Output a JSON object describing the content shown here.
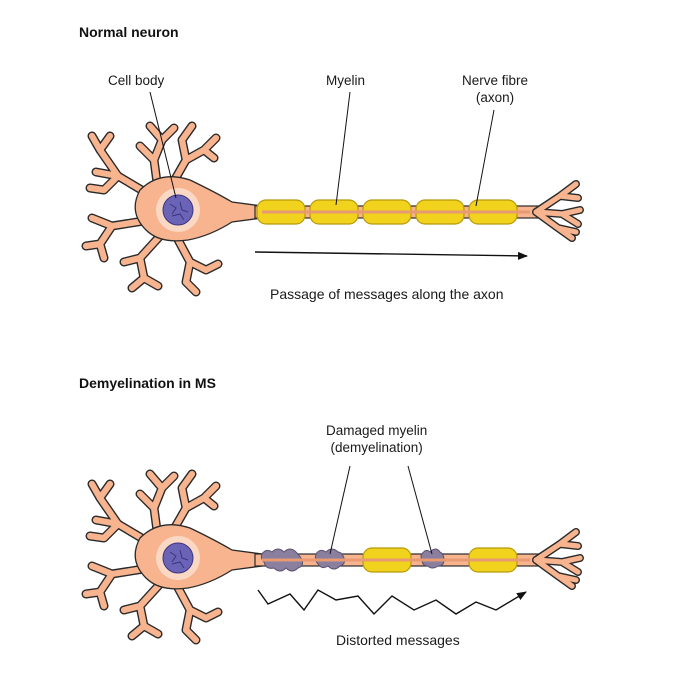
{
  "normal": {
    "title": "Normal neuron",
    "cell_body_label": "Cell body",
    "myelin_label": "Myelin",
    "axon_label_line1": "Nerve fibre",
    "axon_label_line2": "(axon)",
    "arrow_caption": "Passage of messages along the axon"
  },
  "ms": {
    "title": "Demyelination in MS",
    "damaged_label_line1": "Damaged myelin",
    "damaged_label_line2": "(demyelination)",
    "arrow_caption": "Distorted messages"
  },
  "colors": {
    "neuron_fill": "#f7b48f",
    "neuron_stroke": "#2a2a2a",
    "cell_glow": "#fbd8c4",
    "nucleus": "#6b63b5",
    "myelin": "#f1d21c",
    "damaged_myelin": "#8a7f9e"
  }
}
